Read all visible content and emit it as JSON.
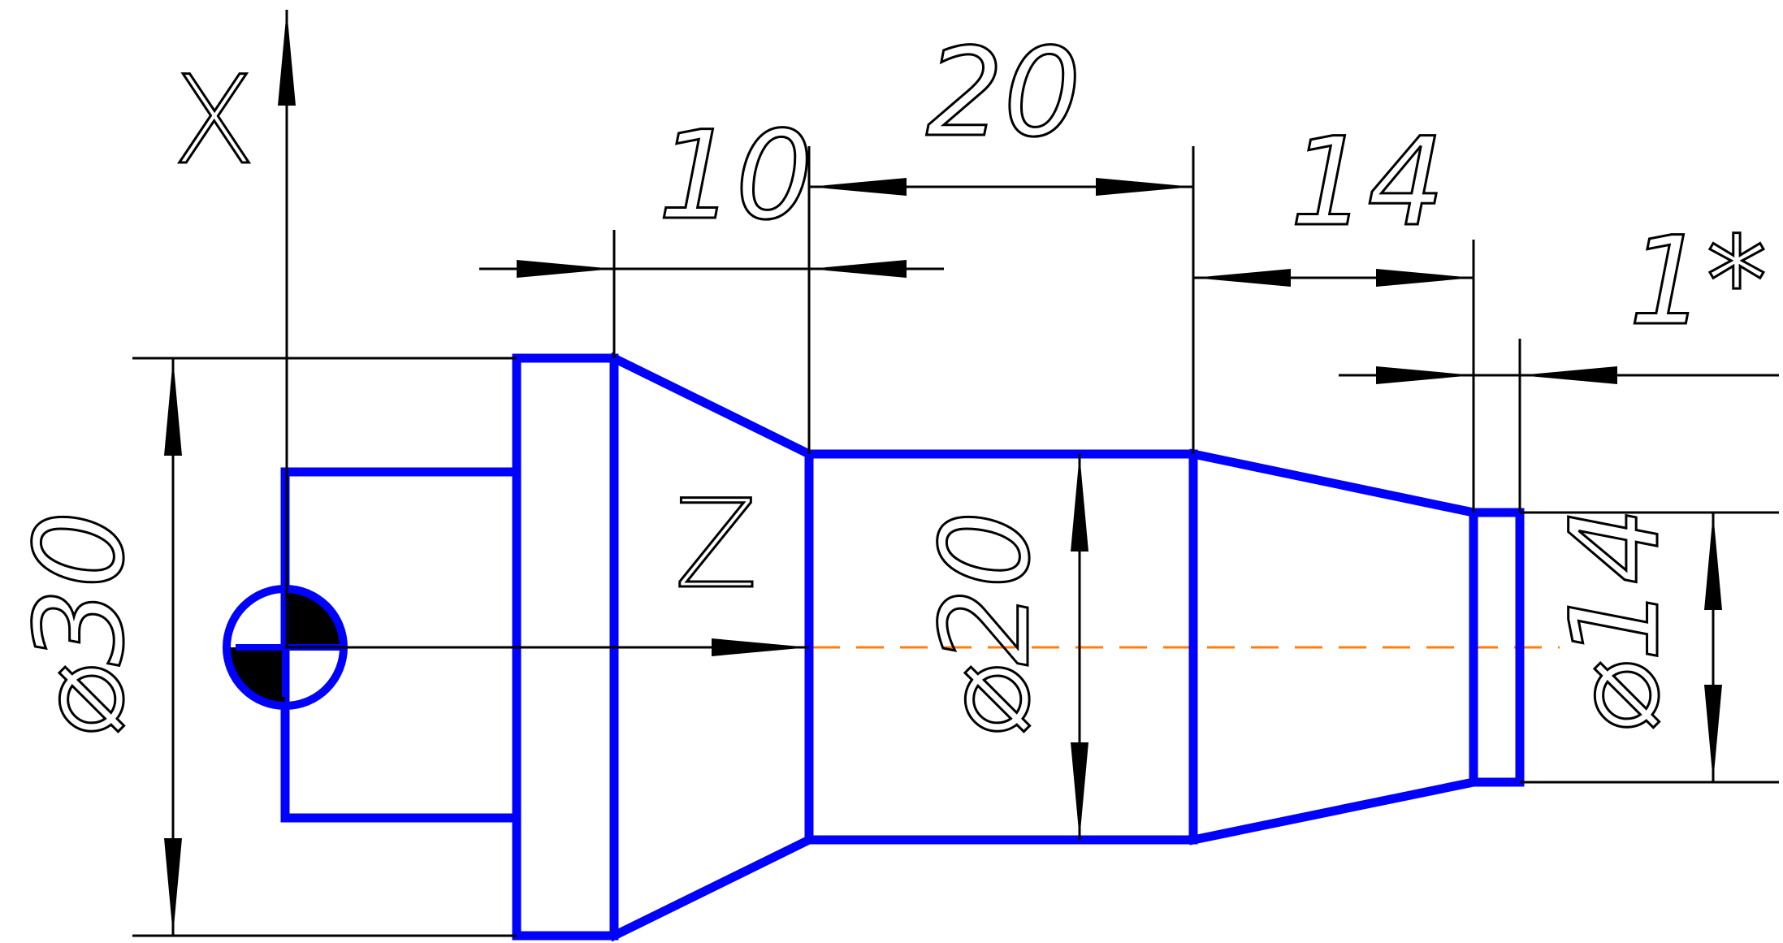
{
  "axes": {
    "x_label": "X",
    "z_label": "Z"
  },
  "dimensions": {
    "length_10": "10",
    "length_20": "20",
    "length_14": "14",
    "length_1": "1*",
    "dia_30": "⌀30",
    "dia_20": "⌀20",
    "dia_14": "⌀14"
  },
  "colors": {
    "part_outline": "#0000ff",
    "dimension_lines": "#000000",
    "center_line": "#ff7f0e"
  }
}
